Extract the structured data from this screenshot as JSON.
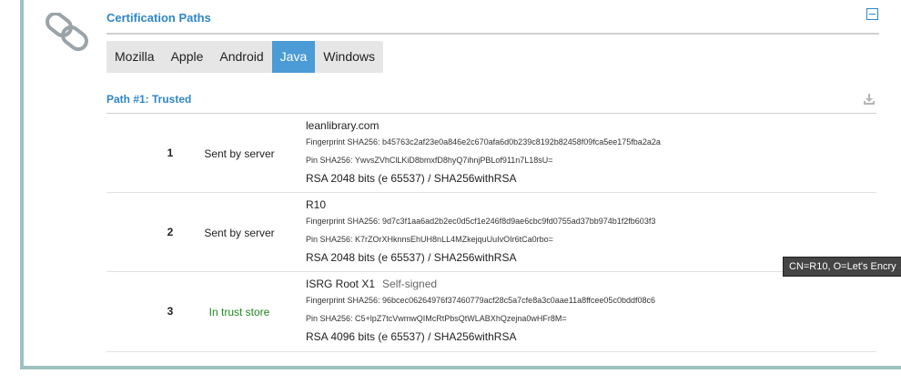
{
  "section": {
    "title": "Certification Paths",
    "collapse_icon": "minus-box-icon",
    "section_icon": "chain-link-icon"
  },
  "tabs": [
    {
      "label": "Mozilla",
      "active": false
    },
    {
      "label": "Apple",
      "active": false
    },
    {
      "label": "Android",
      "active": false
    },
    {
      "label": "Java",
      "active": true
    },
    {
      "label": "Windows",
      "active": false
    }
  ],
  "path": {
    "title": "Path #1: Trusted",
    "download_icon": "download-icon"
  },
  "certs": [
    {
      "num": "1",
      "source": "Sent by server",
      "name": "leanlibrary.com",
      "self_signed": "",
      "fingerprint": "Fingerprint SHA256: b45763c2af23e0a846e2c670afa6d0b239c8192b82458f09fca5ee175fba2a2a",
      "pin": "Pin SHA256: YwvsZVhClLKiD8bmxfD8hyQ7ihnjPBLof911n7L18sU=",
      "key": "RSA 2048 bits (e 65537) / SHA256withRSA"
    },
    {
      "num": "2",
      "source": "Sent by server",
      "name": "R10",
      "self_signed": "",
      "fingerprint": "Fingerprint SHA256: 9d7c3f1aa6ad2b2ec0d5cf1e246f8d9ae6cbc9fd0755ad37bb974b1f2fb603f3",
      "pin": "Pin SHA256: K7rZOrXHknnsEhUH8nLL4MZkejquUuIvOIr6tCa0rbo=",
      "key": "RSA 2048 bits (e 65537) / SHA256withRSA"
    },
    {
      "num": "3",
      "source": "In trust store",
      "name": "ISRG Root X1",
      "self_signed": "Self-signed",
      "fingerprint": "Fingerprint SHA256: 96bcec06264976f37460779acf28c5a7cfe8a3c0aae11a8ffcee05c0bddf08c6",
      "pin": "Pin SHA256: C5+lpZ7tcVwmwQIMcRtPbsQtWLABXhQzejna0wHFr8M=",
      "key": "RSA 4096 bits (e 65537) / SHA256withRSA"
    }
  ],
  "tooltip": "CN=R10, O=Let's Encry",
  "colors": {
    "accent": "#2e86c9",
    "active_tab": "#4a9bd6",
    "trust_green": "#1f8a1f",
    "frame_border": "#9fc1c1"
  }
}
